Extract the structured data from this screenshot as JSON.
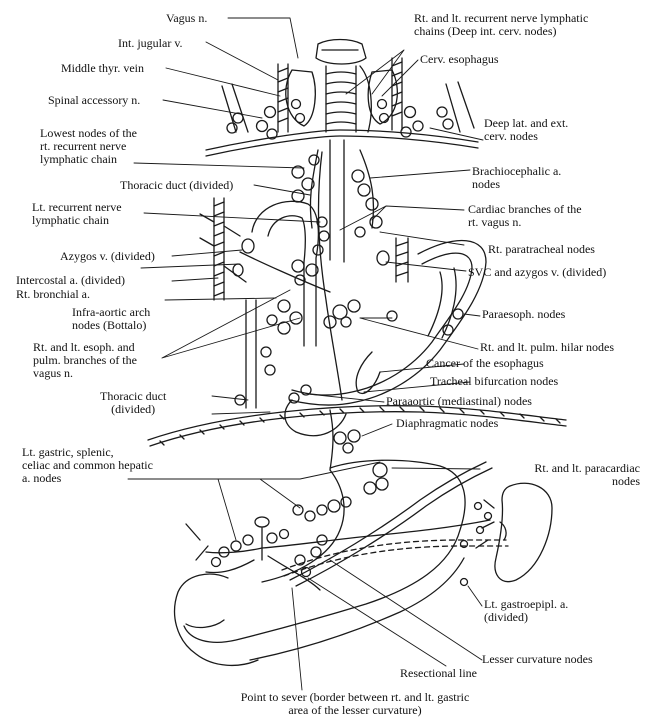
{
  "labels": {
    "vagus": "Vagus n.",
    "int_jugular": "Int. jugular v.",
    "middle_thyr": "Middle thyr. vein",
    "spinal_accessory": "Spinal accessory n.",
    "lowest_nodes": "Lowest nodes of the\nrt. recurrent nerve\nlymphatic chain",
    "thoracic_duct_divided": "Thoracic duct (divided)",
    "lt_recurrent": "Lt. recurrent nerve\nlymphatic chain",
    "azygos_divided": "Azygos v. (divided)",
    "intercostal": "Intercostal a. (divided)",
    "rt_bronchial": "Rt. bronchial a.",
    "infra_aortic": "Infra-aortic arch\nnodes (Bottalo)",
    "esoph_pulm_branches": "Rt. and lt. esoph. and\npulm. branches of the\nvagus n.",
    "thoracic_duct_divided_2": "Thoracic duct\n(divided)",
    "lt_gastric_nodes": "Lt. gastric, splenic,\nceliac and common hepatic\na. nodes",
    "recurrent_chains": "Rt. and lt. recurrent nerve lymphatic\nchains (Deep int. cerv. nodes)",
    "cerv_esophagus": "Cerv. esophagus",
    "deep_lat_nodes": "Deep lat. and ext.\ncerv. nodes",
    "brachiocephalic_nodes": "Brachiocephalic a.\nnodes",
    "cardiac_branches": "Cardiac branches of the\nrt. vagus n.",
    "rt_paratracheal": "Rt. paratracheal nodes",
    "svc_azygos": "SVC and azygos v. (divided)",
    "paraesoph": "Paraesoph. nodes",
    "pulm_hilar": "Rt. and lt. pulm. hilar nodes",
    "cancer": "Cancer of the esophagus",
    "tracheal_bif": "Tracheal bifurcation nodes",
    "paraaortic": "Paraaortic (mediastinal) nodes",
    "diaphragmatic": "Diaphragmatic nodes",
    "paracardiac": "Rt. and lt. paracardiac\nnodes",
    "lt_gastroepipl": "Lt. gastroepipl. a.\n(divided)",
    "lesser_curvature": "Lesser curvature nodes",
    "resectional_line": "Resectional line",
    "point_to_sever": "Point to sever (border between rt. and lt. gastric\narea of the lesser curvature)"
  }
}
